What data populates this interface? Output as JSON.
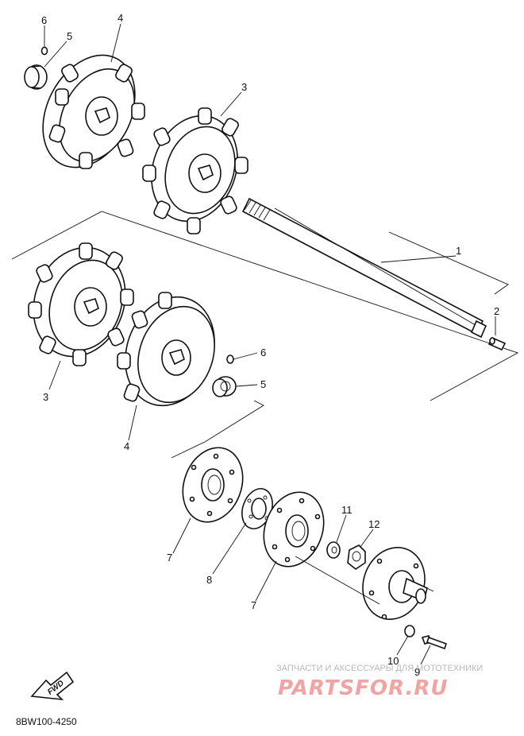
{
  "callouts": {
    "c1": "1",
    "c2": "2",
    "c3a": "3",
    "c3b": "3",
    "c4a": "4",
    "c4b": "4",
    "c5a": "5",
    "c5b": "5",
    "c6a": "6",
    "c6b": "6",
    "c7a": "7",
    "c7b": "7",
    "c8": "8",
    "c9": "9",
    "c10": "10",
    "c11": "11",
    "c12": "12"
  },
  "fwd_label": "FWD",
  "diagram_code": "8BW100-4250",
  "watermark": {
    "tagline": "ЗАПЧАСТИ И АКСЕССУАРЫ ДЛЯ МОТОТЕХНИКИ",
    "brand": "PARTSFOR.RU"
  }
}
